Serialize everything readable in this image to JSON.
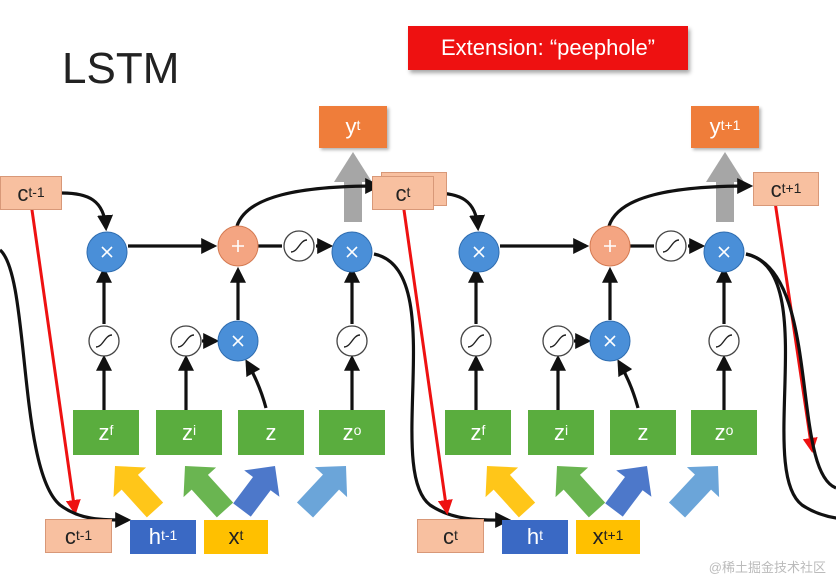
{
  "title": "LSTM",
  "extension_label": "Extension: “peephole”",
  "watermark": "@稀土掘金技术社区",
  "cells": [
    {
      "c_prev": {
        "base": "c",
        "sup": "t-1"
      },
      "y": {
        "base": "y",
        "sup": "t"
      },
      "c_next": {
        "base": "c",
        "sup": "t"
      },
      "c_in": {
        "base": "c",
        "sup": "t-1"
      },
      "h_in": {
        "base": "h",
        "sup": "t-1"
      },
      "x_in": {
        "base": "x",
        "sup": "t"
      },
      "gates": [
        {
          "base": "z",
          "sup": "f"
        },
        {
          "base": "z",
          "sup": "i"
        },
        {
          "base": "z",
          "sup": ""
        },
        {
          "base": "z",
          "sup": "o"
        }
      ]
    },
    {
      "c_prev": {
        "base": "c",
        "sup": "t"
      },
      "y": {
        "base": "y",
        "sup": "t+1"
      },
      "c_next": {
        "base": "c",
        "sup": "t+1"
      },
      "c_in": {
        "base": "c",
        "sup": "t"
      },
      "h_in": {
        "base": "h",
        "sup": "t"
      },
      "x_in": {
        "base": "x",
        "sup": "t+1"
      },
      "gates": [
        {
          "base": "z",
          "sup": "f"
        },
        {
          "base": "z",
          "sup": "i"
        },
        {
          "base": "z",
          "sup": ""
        },
        {
          "base": "z",
          "sup": "o"
        }
      ]
    }
  ],
  "colors": {
    "cell_state": "#f8c0a0",
    "output": "#ef7d3a",
    "gate": "#5aad3e",
    "hidden": "#3a69c4",
    "input": "#ffc000",
    "multiply_node": "#4a8fd8",
    "add_node": "#f4a582",
    "peephole": "#ee1111",
    "ext_banner": "#ee1111"
  }
}
